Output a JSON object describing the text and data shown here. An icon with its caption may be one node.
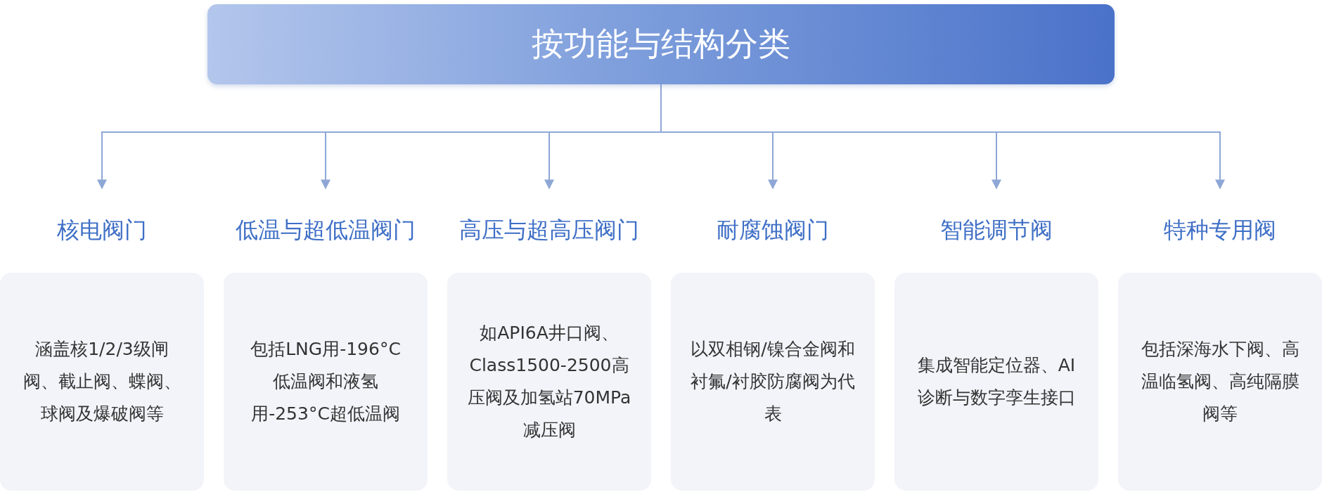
{
  "diagram": {
    "nodes": [
      {
        "text": [
          "按功能与结构分类"
        ]
      },
      {
        "text": [
          "核电阀门",
          "涵盖核1/2/3级闸阀、截止阀、蝶阀、球阀及爆破阀等"
        ]
      },
      {
        "text": [
          "低温与超低温阀门",
          "包括LNG用-196°C低温阀和液氢用-253°C超低温阀"
        ]
      },
      {
        "text": [
          "高压与超高压阀门",
          "如API6A井口阀、Class1500-2500高压阀及加氢站70MPa减压阀"
        ]
      },
      {
        "text": [
          "耐腐蚀阀门",
          "以双相钢/镍合金阀和衬氟/衬胶防腐阀为代表"
        ]
      },
      {
        "text": [
          "智能调节阀",
          "集成智能定位器、AI诊断与数字孪生接口"
        ]
      },
      {
        "text": [
          "特种专用阀",
          "包括深海水下阀、高温临氢阀、高纯隔膜阀等"
        ]
      }
    ],
    "edges": [
      {
        "from": 0,
        "to": 1,
        "arrow": "to"
      },
      {
        "from": 0,
        "to": 2,
        "arrow": "to"
      },
      {
        "from": 0,
        "to": 3,
        "arrow": "to"
      },
      {
        "from": 0,
        "to": 4,
        "arrow": "to"
      },
      {
        "from": 0,
        "to": 5,
        "arrow": "to"
      },
      {
        "from": 0,
        "to": 6,
        "arrow": "to"
      }
    ]
  }
}
